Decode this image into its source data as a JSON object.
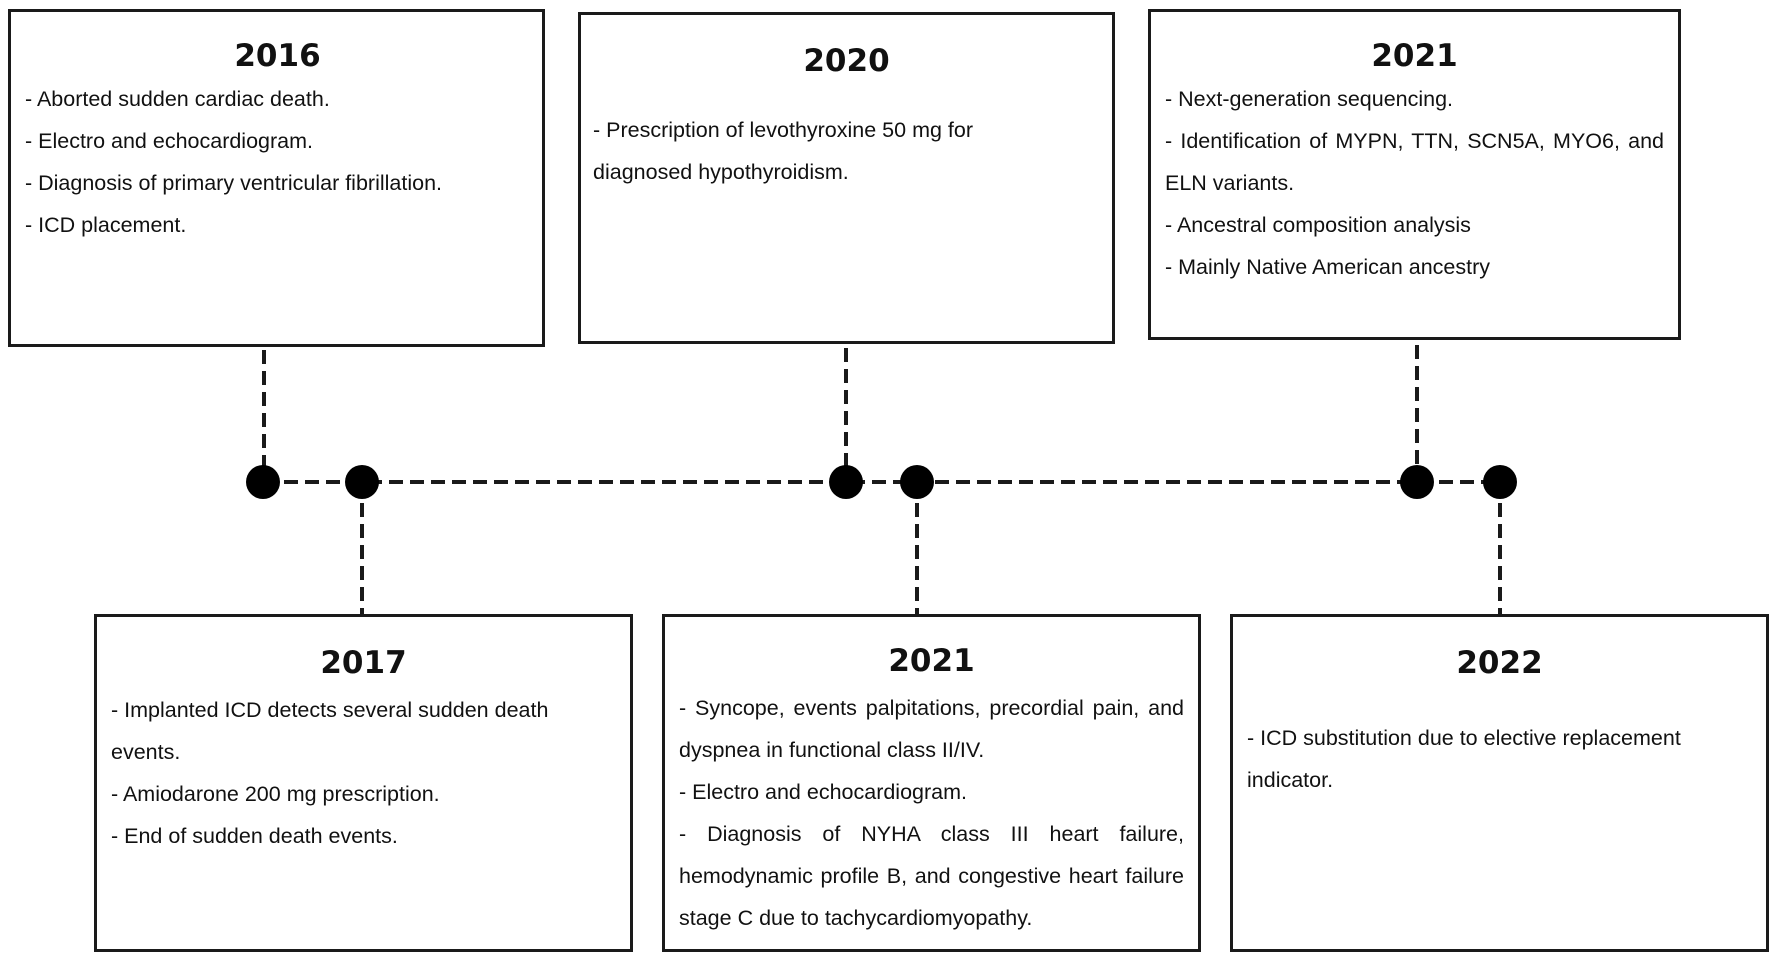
{
  "colors": {
    "line": "#1a1a1a",
    "text": "#111111",
    "background": "#ffffff"
  },
  "events": [
    {
      "year": "2016",
      "items": [
        "- Aborted sudden cardiac death.",
        "- Electro and echocardiogram.",
        "- Diagnosis of primary ventricular fibrillation.",
        "- ICD placement."
      ]
    },
    {
      "year": "2017",
      "items": [
        "- Implanted ICD detects several sudden death events.",
        "- Amiodarone 200 mg prescription.",
        "- End of sudden death events."
      ]
    },
    {
      "year": "2020",
      "items": [
        "- Prescription of levothyroxine 50 mg for diagnosed hypothyroidism."
      ]
    },
    {
      "year": "2021",
      "items": [
        "- Syncope, events palpitations, precordial pain, and dyspnea in functional class II/IV.",
        "-  Electro and echocardiogram.",
        "- Diagnosis of NYHA class III heart failure, hemodynamic profile B, and congestive heart failure stage C due to tachycardiomyopathy."
      ]
    },
    {
      "year": "2021",
      "items": [
        "- Next-generation sequencing.",
        "- Identification of MYPN, TTN, SCN5A, MYO6, and ELN variants.",
        "- Ancestral composition analysis",
        "- Mainly Native American ancestry"
      ]
    },
    {
      "year": "2022",
      "items": [
        "- ICD substitution due to elective replacement indicator."
      ]
    }
  ]
}
